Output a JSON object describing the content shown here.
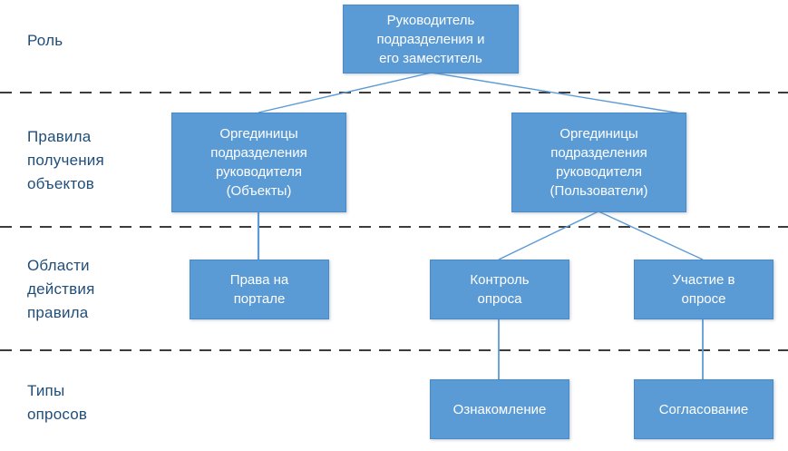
{
  "diagram": {
    "type": "hierarchy",
    "accent_color": "#5B9BD5",
    "node_border_color": "#4A8BC7",
    "node_text_color": "#FFFFFF",
    "label_text_color": "#1F4E79",
    "divider_color": "#3B3B3B",
    "connector_color": "#5B9BD5",
    "background": "#FFFFFF"
  },
  "bands": [
    {
      "id": "role",
      "label": "Роль"
    },
    {
      "id": "rules",
      "label": "Правила\nполучения\nобъектов"
    },
    {
      "id": "scopes",
      "label": "Области\nдействия\nправила"
    },
    {
      "id": "surveys",
      "label": "Типы\nопросов"
    }
  ],
  "nodes": [
    {
      "id": "head",
      "band": "role",
      "label": "Руководитель\nподразделения и\nего заместитель"
    },
    {
      "id": "org-objects",
      "band": "rules",
      "label": "Оргединицы\nподразделения\nруководителя\n(Объекты)"
    },
    {
      "id": "org-users",
      "band": "rules",
      "label": "Оргединицы\nподразделения\nруководителя\n(Пользователи)"
    },
    {
      "id": "portal-rights",
      "band": "scopes",
      "label": "Права на\nпортале"
    },
    {
      "id": "survey-control",
      "band": "scopes",
      "label": "Контроль\nопроса"
    },
    {
      "id": "survey-take",
      "band": "scopes",
      "label": "Участие в\nопросе"
    },
    {
      "id": "acquaintance",
      "band": "surveys",
      "label": "Ознакомление"
    },
    {
      "id": "approval",
      "band": "surveys",
      "label": "Согласование"
    }
  ],
  "edges": [
    {
      "from": "head",
      "to": "org-objects"
    },
    {
      "from": "head",
      "to": "org-users"
    },
    {
      "from": "org-objects",
      "to": "portal-rights"
    },
    {
      "from": "org-users",
      "to": "survey-control"
    },
    {
      "from": "org-users",
      "to": "survey-take"
    },
    {
      "from": "survey-control",
      "to": "acquaintance"
    },
    {
      "from": "survey-take",
      "to": "approval"
    }
  ]
}
